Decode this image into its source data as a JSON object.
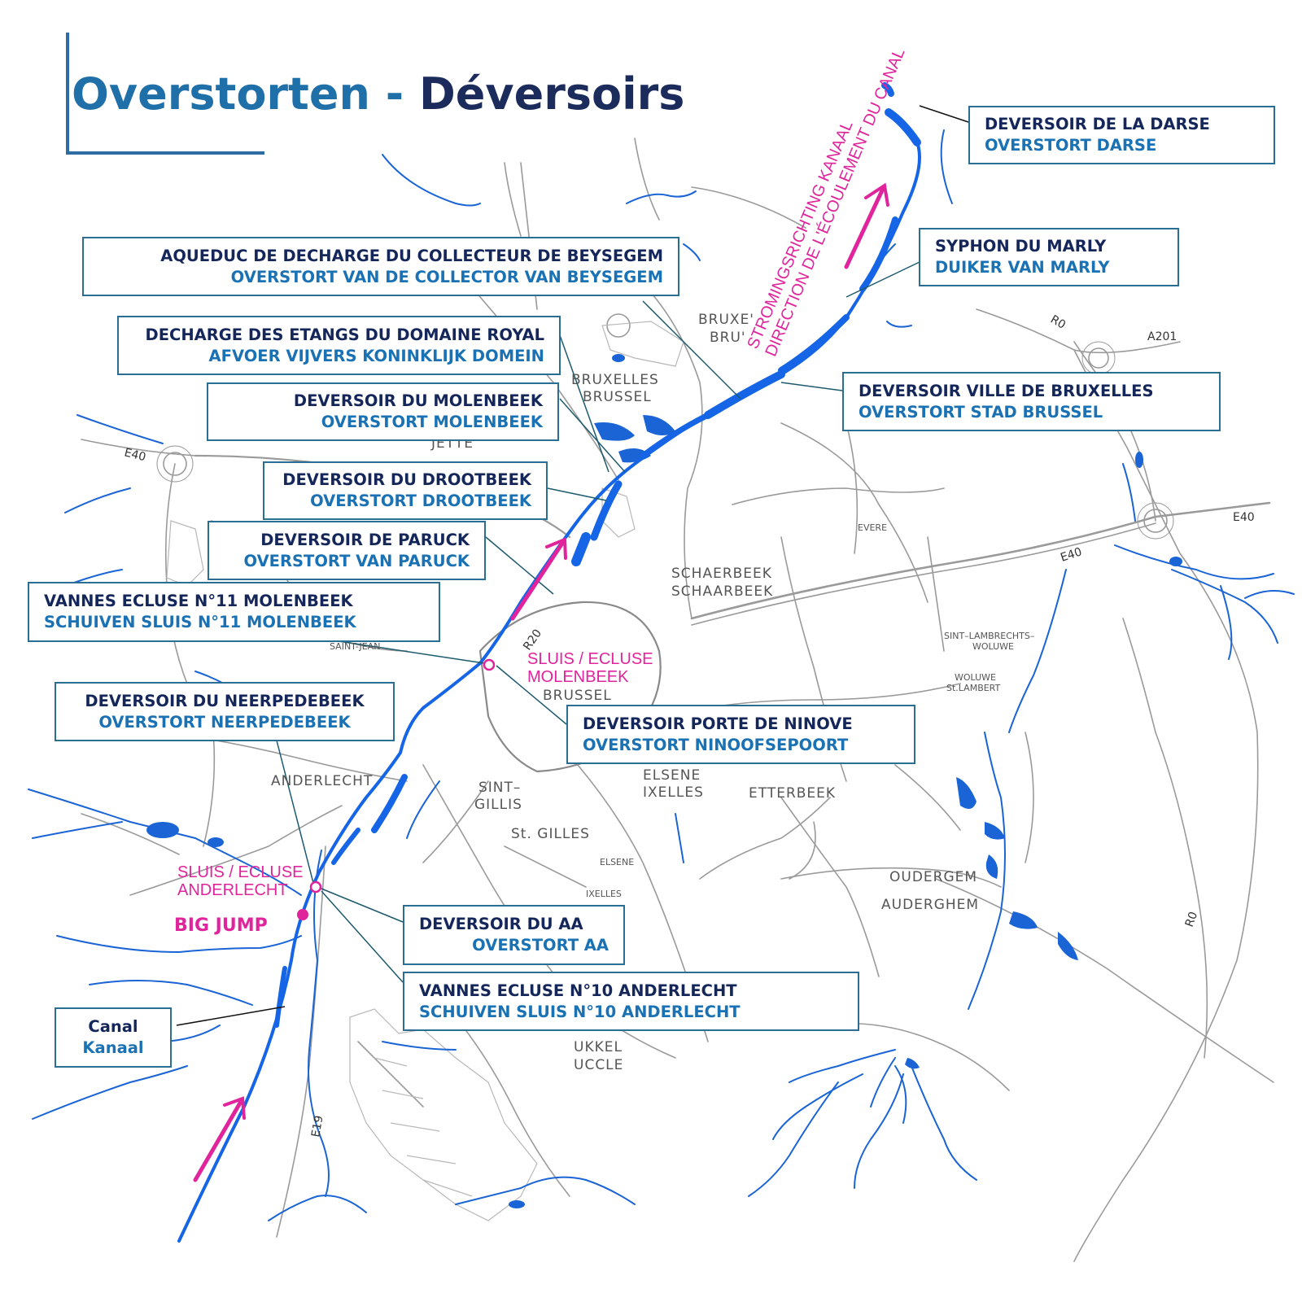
{
  "title": {
    "part1": "Overstorten",
    "separator": "-",
    "part2": "Déversoirs"
  },
  "boxes": {
    "darse": {
      "fr": "DEVERSOIR  DE LA DARSE",
      "nl": "OVERSTORT DARSE"
    },
    "marly": {
      "fr": "SYPHON DU MARLY",
      "nl": "DUIKER VAN MARLY"
    },
    "beysegem": {
      "fr": "AQUEDUC DE DECHARGE  DU COLLECTEUR DE BEYSEGEM",
      "nl": "OVERSTORT VAN DE COLLECTOR VAN BEYSEGEM"
    },
    "royal": {
      "fr": "DECHARGE DES ETANGS DU DOMAINE ROYAL",
      "nl": "AFVOER VIJVERS KONINKLIJK DOMEIN"
    },
    "bruxelles": {
      "fr": "DEVERSOIR VILLE DE BRUXELLES",
      "nl": "OVERSTORT STAD BRUSSEL"
    },
    "molenbeek": {
      "fr": "DEVERSOIR DU MOLENBEEK",
      "nl": "OVERSTORT MOLENBEEK"
    },
    "drootbeek": {
      "fr": "DEVERSOIR DU DROOTBEEK",
      "nl": "OVERSTORT DROOTBEEK"
    },
    "paruck": {
      "fr": "DEVERSOIR DE PARUCK",
      "nl": "OVERSTORT VAN PARUCK"
    },
    "vannes11": {
      "fr": "VANNES ECLUSE N°11 MOLENBEEK",
      "nl": "SCHUIVEN SLUIS N°11 MOLENBEEK"
    },
    "neerpede": {
      "fr": "DEVERSOIR DU NEERPEDEBEEK",
      "nl": "OVERSTORT NEERPEDEBEEK"
    },
    "ninove": {
      "fr": "DEVERSOIR PORTE DE NINOVE",
      "nl": "OVERSTORT NINOOFSEPOORT"
    },
    "aa": {
      "fr": "DEVERSOIR DU AA",
      "nl": "OVERSTORT AA"
    },
    "vannes10": {
      "fr": "VANNES ECLUSE N°10 ANDERLECHT",
      "nl": "SCHUIVEN SLUIS N°10 ANDERLECHT"
    },
    "canal": {
      "fr": "Canal",
      "nl": "Kanaal"
    }
  },
  "flow": {
    "line1": "STROMINGSRICHTING KANAAL",
    "line2": "DIRECTION DE L'ÉCOULEMENT DU CANAL"
  },
  "locks": {
    "molenbeek": {
      "line1": "SLUIS / ECLUSE",
      "line2": "MOLENBEEK"
    },
    "anderlecht": {
      "line1": "SLUIS / ECLUSE",
      "line2": "ANDERLECHT"
    }
  },
  "big_jump": "BIG JUMP",
  "places": {
    "bruxe": "BRUXE'",
    "bru": "BRU'",
    "bruxelles_upper": "BRUXELLES",
    "brussel_upper": "BRUSSEL",
    "jette": "JETTE",
    "schaerbeek": "SCHAERBEEK",
    "schaarbeek": "SCHAARBEEK",
    "evere": "EVERE",
    "brussel_center": "BRUSSEL",
    "saint_jean": "SAINT-JEAN",
    "sint_lambrechts": "SINT–LAMBRECHTS–",
    "woluwe": "WOLUWE",
    "woluwe_st": "WOLUWE",
    "st_lambert": "St.LAMBERT",
    "anderlecht": "ANDERLECHT",
    "sint": "SINT–",
    "gillis": "GILLIS",
    "st_gilles": "St. GILLES",
    "elsene": "ELSENE",
    "ixelles": "IXELLES",
    "etterbeek": "ETTERBEEK",
    "elsene_small": "ELSENE",
    "ixelles_small": "IXELLES",
    "oudergem": "OUDERGEM",
    "auderghem": "AUDERGHEM",
    "ukkel": "UKKEL",
    "uccle": "UCCLE"
  },
  "roads": {
    "e40_west": "E40",
    "e40_east": "E40",
    "e40_mid": "E40",
    "r0_north": "R0",
    "a201": "A201",
    "r0_east": "R0",
    "r20": "R20",
    "e19": "E19"
  },
  "colors": {
    "title_blue": "#1f6fa8",
    "title_navy": "#1b2b5c",
    "canal": "#1565e6",
    "water": "#1a64d6",
    "magenta": "#e0249c",
    "road": "#9a9a9a",
    "box_border": "#2a6f93",
    "leader": "#1d5a6e"
  }
}
